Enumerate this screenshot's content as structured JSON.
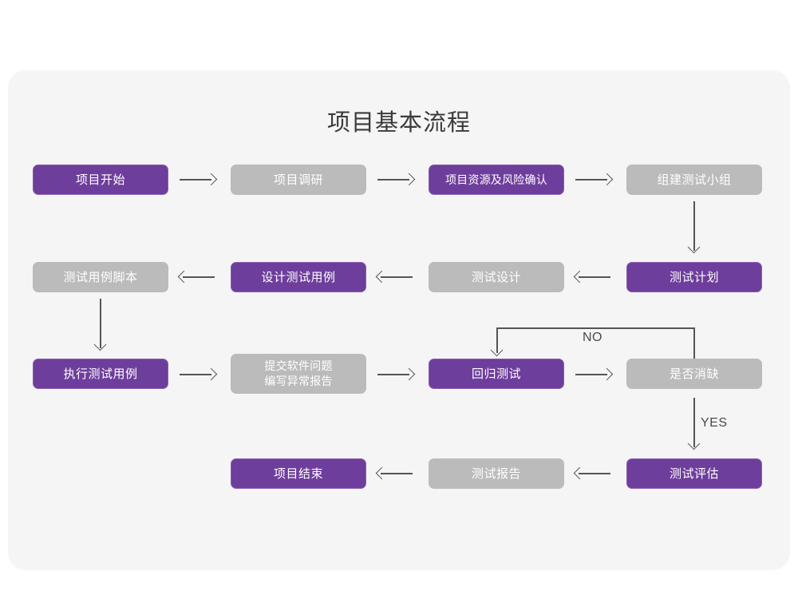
{
  "card": {
    "background": "#f5f5f5"
  },
  "colors": {
    "purple_fill": "#6e3e9c",
    "purple_border": "#8a5cb0",
    "gray_fill": "#bbbbbb",
    "line": "#555555",
    "title_text": "#3a3a3a",
    "node_text": "#ffffff",
    "page_background": "#ffffff"
  },
  "title": "项目基本流程",
  "nodes": [
    {
      "id": "n1",
      "label": "项目开始",
      "style": "purple",
      "row": 1
    },
    {
      "id": "n2",
      "label": "项目调研",
      "style": "gray",
      "row": 1
    },
    {
      "id": "n3",
      "label": "项目资源及风险确认",
      "style": "purple",
      "row": 1
    },
    {
      "id": "n4",
      "label": "组建测试小组",
      "style": "gray",
      "row": 1
    },
    {
      "id": "n5",
      "label": "测试用例脚本",
      "style": "gray",
      "row": 2
    },
    {
      "id": "n6",
      "label": "设计测试用例",
      "style": "purple",
      "row": 2
    },
    {
      "id": "n7",
      "label": "测试设计",
      "style": "gray",
      "row": 2
    },
    {
      "id": "n8",
      "label": "测试计划",
      "style": "purple",
      "row": 2
    },
    {
      "id": "n9",
      "label": "执行测试用例",
      "style": "purple",
      "row": 3
    },
    {
      "id": "n10",
      "label": "提交软件问题\n编写异常报告",
      "style": "gray",
      "row": 3
    },
    {
      "id": "n11",
      "label": "回归测试",
      "style": "purple",
      "row": 3
    },
    {
      "id": "n12",
      "label": "是否消缺",
      "style": "gray",
      "row": 3
    },
    {
      "id": "n13",
      "label": "项目结束",
      "style": "purple",
      "row": 4
    },
    {
      "id": "n14",
      "label": "测试报告",
      "style": "gray",
      "row": 4
    },
    {
      "id": "n15",
      "label": "测试评估",
      "style": "purple",
      "row": 4
    }
  ],
  "edge_labels": {
    "no": "NO",
    "yes": "YES"
  }
}
